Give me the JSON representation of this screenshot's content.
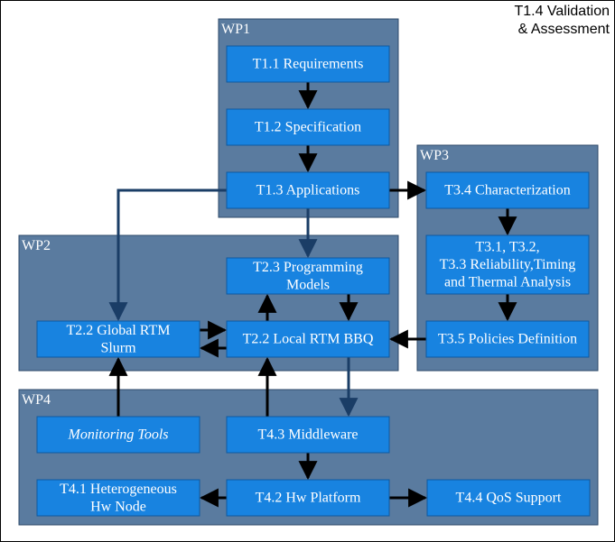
{
  "corner_label": [
    "T1.4 Validation",
    "& Assessment"
  ],
  "colors": {
    "group_fill": "#5a7b9f",
    "group_stroke": "#2e4a68",
    "node_fill": "#1883e0",
    "node_stroke": "#0e5aa0",
    "arrow_black": "#000000",
    "arrow_blue": "#1a3d66"
  },
  "groups": [
    {
      "id": "wp1",
      "label": "WP1"
    },
    {
      "id": "wp2",
      "label": "WP2"
    },
    {
      "id": "wp3",
      "label": "WP3"
    },
    {
      "id": "wp4",
      "label": "WP4"
    }
  ],
  "nodes": [
    {
      "id": "t11",
      "lines": [
        "T1.1 Requirements"
      ]
    },
    {
      "id": "t12",
      "lines": [
        "T1.2 Specification"
      ]
    },
    {
      "id": "t13",
      "lines": [
        "T1.3 Applications"
      ]
    },
    {
      "id": "t34",
      "lines": [
        "T3.4 Characterization"
      ]
    },
    {
      "id": "t31",
      "lines": [
        "T3.1, T3.2,",
        "T3.3 Reliability,Timing",
        "and Thermal Analysis"
      ]
    },
    {
      "id": "t35",
      "lines": [
        "T3.5 Policies Definition"
      ]
    },
    {
      "id": "t23",
      "lines": [
        "T2.3 Programming",
        "Models"
      ]
    },
    {
      "id": "t22g",
      "lines": [
        "T2.2 Global RTM",
        "Slurm"
      ]
    },
    {
      "id": "t22l",
      "lines": [
        "T2.2 Local RTM BBQ"
      ]
    },
    {
      "id": "mon",
      "lines": [
        "Monitoring Tools"
      ],
      "italic": true
    },
    {
      "id": "t43",
      "lines": [
        "T4.3 Middleware"
      ]
    },
    {
      "id": "t41",
      "lines": [
        "T4.1 Heterogeneous",
        "Hw Node"
      ]
    },
    {
      "id": "t42",
      "lines": [
        "T4.2 Hw Platform"
      ]
    },
    {
      "id": "t44",
      "lines": [
        "T4.4 QoS Support"
      ]
    }
  ],
  "edges": [
    {
      "id": "t11-t12",
      "from": "t11",
      "to": "t12",
      "color": "black"
    },
    {
      "id": "t12-t13",
      "from": "t12",
      "to": "t13",
      "color": "black"
    },
    {
      "id": "t13-t34",
      "from": "t13",
      "to": "t34",
      "color": "black"
    },
    {
      "id": "t13-t23",
      "from": "t13",
      "to": "t23",
      "color": "blue"
    },
    {
      "id": "t13-t22g",
      "from": "t13",
      "to": "t22g",
      "color": "blue"
    },
    {
      "id": "t34-t31",
      "from": "t34",
      "to": "t31",
      "color": "black"
    },
    {
      "id": "t31-t35",
      "from": "t31",
      "to": "t35",
      "color": "black"
    },
    {
      "id": "t35-t22l",
      "from": "t35",
      "to": "t22l",
      "color": "black"
    },
    {
      "id": "t22l-t23",
      "from": "t22l",
      "to": "t23",
      "color": "black"
    },
    {
      "id": "t23-t22l",
      "from": "t23",
      "to": "t22l",
      "color": "black"
    },
    {
      "id": "t22g-t22l",
      "from": "t22g",
      "to": "t22l",
      "color": "black"
    },
    {
      "id": "t22l-t22g",
      "from": "t22l",
      "to": "t22g",
      "color": "black"
    },
    {
      "id": "t22l-t43",
      "from": "t22l",
      "to": "t43",
      "color": "blue"
    },
    {
      "id": "mon-t22g",
      "from": "mon",
      "to": "t22g",
      "color": "black"
    },
    {
      "id": "t43-t22l",
      "from": "t43",
      "to": "t22l",
      "color": "black"
    },
    {
      "id": "t43-t42",
      "from": "t43",
      "to": "t42",
      "color": "black"
    },
    {
      "id": "t42-t41",
      "from": "t42",
      "to": "t41",
      "color": "black"
    },
    {
      "id": "t42-t44",
      "from": "t42",
      "to": "t44",
      "color": "black"
    }
  ]
}
